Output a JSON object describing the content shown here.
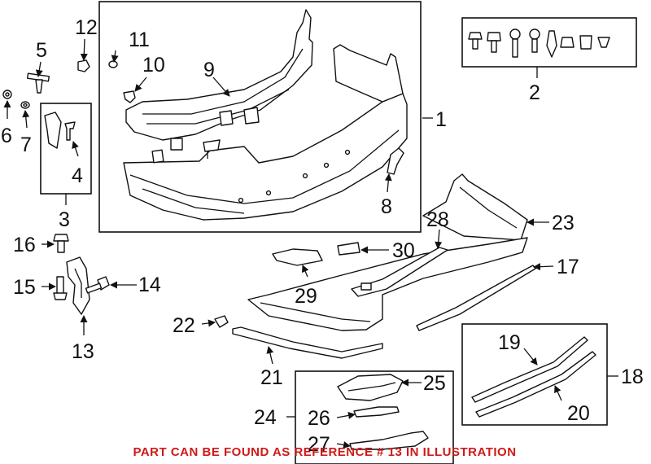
{
  "callouts": {
    "c1": "1",
    "c2": "2",
    "c3": "3",
    "c4": "4",
    "c5": "5",
    "c6": "6",
    "c7": "7",
    "c8": "8",
    "c9": "9",
    "c10": "10",
    "c11": "11",
    "c12": "12",
    "c13": "13",
    "c14": "14",
    "c15": "15",
    "c16": "16",
    "c17": "17",
    "c18": "18",
    "c19": "19",
    "c20": "20",
    "c21": "21",
    "c22": "22",
    "c23": "23",
    "c24": "24",
    "c25": "25",
    "c26": "26",
    "c27": "27",
    "c28": "28",
    "c29": "29",
    "c30": "30"
  },
  "note": "PART CAN BE FOUND AS REFERENCE # 13 IN ILLUSTRATION",
  "colors": {
    "line": "#111111",
    "background": "#ffffff",
    "note": "#d01818"
  }
}
